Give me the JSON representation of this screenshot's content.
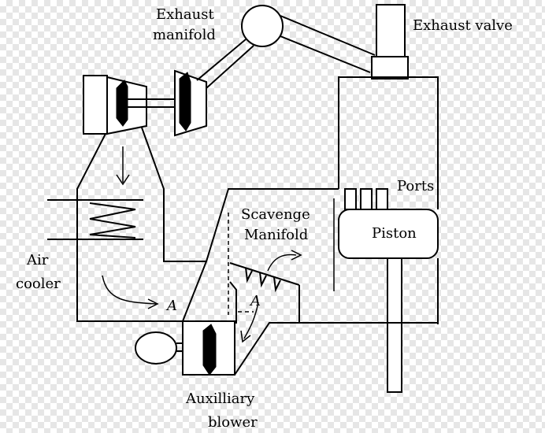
{
  "labels": {
    "exhaust_manifold": [
      "Exhaust",
      "manifold"
    ],
    "exhaust_valve": "Exhaust valve",
    "ports": "Ports",
    "scavenge_manifold": [
      "Scavenge",
      "Manifold"
    ],
    "piston": "Piston",
    "air_cooler": [
      "Air",
      "cooler"
    ],
    "flow_point_left": "A",
    "flow_point_right": "A",
    "auxiliary_blower": [
      "Auxilliary",
      "blower"
    ]
  }
}
